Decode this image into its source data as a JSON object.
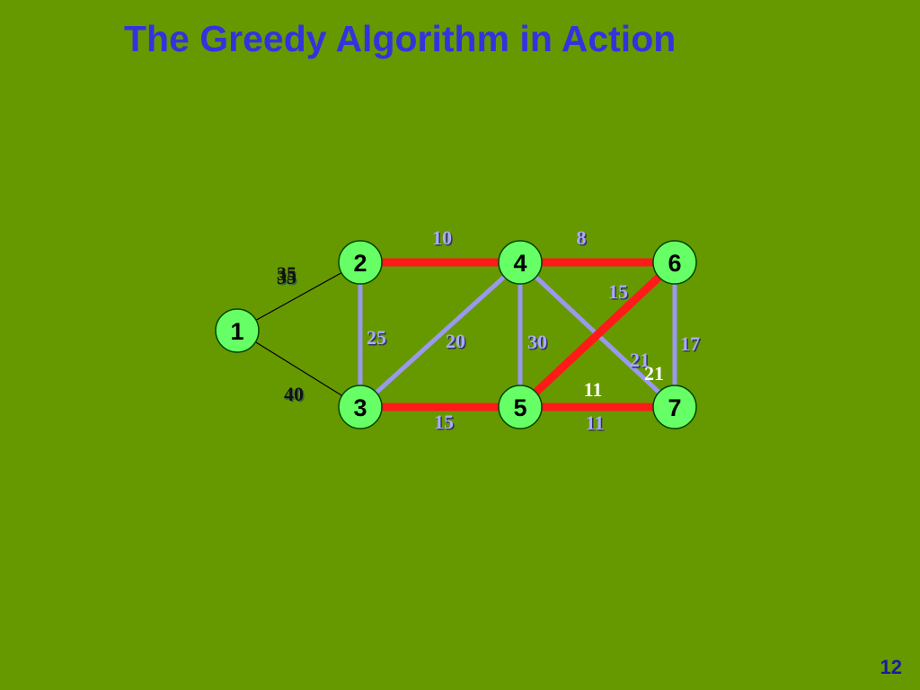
{
  "slide": {
    "title": "The Greedy Algorithm in Action",
    "page_number": "12"
  },
  "colors": {
    "background": "#669900",
    "title": "#3333dd",
    "page_number": "#1a1aa6",
    "node_fill": "#66ff66",
    "node_stroke": "#004400",
    "selected_edge": "#ff1a1a",
    "candidate_edge": "#9999ee",
    "rejected_edge": "#000000",
    "weight_label": "#aaaaff",
    "weight_shadow": "#333366"
  },
  "graph": {
    "nodes": [
      {
        "id": "1",
        "label": "1"
      },
      {
        "id": "2",
        "label": "2"
      },
      {
        "id": "3",
        "label": "3"
      },
      {
        "id": "4",
        "label": "4"
      },
      {
        "id": "5",
        "label": "5"
      },
      {
        "id": "6",
        "label": "6"
      },
      {
        "id": "7",
        "label": "7"
      }
    ],
    "edges": [
      {
        "from": "1",
        "to": "2",
        "weight": "35",
        "state": "rejected"
      },
      {
        "from": "1",
        "to": "3",
        "weight": "40",
        "state": "rejected"
      },
      {
        "from": "2",
        "to": "4",
        "weight": "10",
        "state": "selected"
      },
      {
        "from": "4",
        "to": "6",
        "weight": "8",
        "state": "selected"
      },
      {
        "from": "3",
        "to": "5",
        "weight": "15",
        "state": "selected"
      },
      {
        "from": "5",
        "to": "7",
        "weight": "11",
        "state": "selected"
      },
      {
        "from": "5",
        "to": "6",
        "weight": "15",
        "state": "selected"
      },
      {
        "from": "2",
        "to": "3",
        "weight": "25",
        "state": "candidate"
      },
      {
        "from": "3",
        "to": "4",
        "weight": "20",
        "state": "candidate"
      },
      {
        "from": "4",
        "to": "5",
        "weight": "30",
        "state": "candidate"
      },
      {
        "from": "4",
        "to": "7",
        "weight": "21",
        "state": "candidate"
      },
      {
        "from": "6",
        "to": "7",
        "weight": "17",
        "state": "candidate"
      }
    ],
    "animation_leftover_labels": [
      {
        "text": "35",
        "style": "dark"
      },
      {
        "text": "11",
        "style": "white"
      },
      {
        "text": "21",
        "style": "white"
      }
    ]
  }
}
